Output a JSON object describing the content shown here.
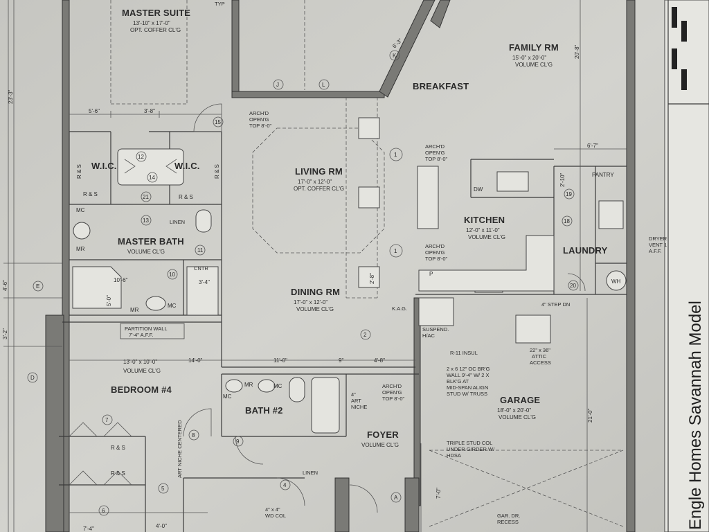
{
  "title": "Engle Homes Savannah Model",
  "rooms": {
    "master_suite": {
      "name": "MASTER SUITE",
      "size": "13'-10\" x 17'-0\"",
      "ceiling": "OPT. COFFER CL'G"
    },
    "family_rm": {
      "name": "FAMILY RM",
      "size": "15'-0\" x 20'-0\"",
      "ceiling": "VOLUME CL'G"
    },
    "breakfast": {
      "name": "BREAKFAST"
    },
    "living_rm": {
      "name": "LIVING RM",
      "size": "17'-0\" x 12'-0\"",
      "ceiling": "OPT. COFFER CL'G"
    },
    "kitchen": {
      "name": "KITCHEN",
      "size": "12'-0\" x 11'-0\"",
      "ceiling": "VOLUME CL'G"
    },
    "laundry": {
      "name": "LAUNDRY"
    },
    "pantry": {
      "name": "PANTRY"
    },
    "master_bath": {
      "name": "MASTER BATH",
      "ceiling": "VOLUME CL'G"
    },
    "wic_left": {
      "name": "W.I.C."
    },
    "wic_right": {
      "name": "W.I.C."
    },
    "dining_rm": {
      "name": "DINING RM",
      "size": "17'-0\" x 12'-0\"",
      "ceiling": "VOLUME CL'G"
    },
    "bedroom4": {
      "name": "BEDROOM #4",
      "size": "13'-0\" x 10'-0\"",
      "ceiling": "VOLUME CL'G"
    },
    "bath2": {
      "name": "BATH #2"
    },
    "foyer": {
      "name": "FOYER",
      "ceiling": "VOLUME CL'G"
    },
    "garage": {
      "name": "GARAGE",
      "size": "18'-0\" x 20'-0\"",
      "ceiling": "VOLUME CL'G"
    }
  },
  "notes": {
    "archd_a1": "ARCH'D",
    "archd_a2": "OPEN'G",
    "archd_a3": "TOP 8'-0\"",
    "archd_b1": "ARCH'D",
    "archd_b2": "OPEN'G",
    "archd_b3": "TOP 8'-0\"",
    "archd_c1": "ARCH'D",
    "archd_c2": "OPEN'G",
    "archd_c3": "TOP 8'-0\"",
    "archd_d1": "ARCH'D",
    "archd_d2": "OPEN'G",
    "archd_d3": "TOP 8'-0\"",
    "partition1": "PARTITION WALL",
    "partition2": "7'-4\" A.F.F.",
    "suspend1": "SUSPEND.",
    "suspend2": "H/AC",
    "r11": "R-11 INSUL",
    "beam1": "2 x 6 12\" OC BR'G",
    "beam2": "WALL 9'-4\" W/ 2 X",
    "beam3": "BLK'G AT",
    "beam4": "MID-SPAN ALIGN",
    "beam5": "STUD W/ TRUSS",
    "attic1": "22\" x 36\"",
    "attic2": "ATTIC",
    "attic3": "ACCESS",
    "step": "4\" STEP DN",
    "dryer1": "DRYER",
    "dryer2": "VENT 1",
    "dryer3": "A.F.F.",
    "triple1": "TRIPLE STUD COL",
    "triple2": "UNDER GIRDER W/",
    "triple3": "HDSA",
    "gar1": "GAR. DR.",
    "gar2": "RECESS",
    "artniche1": "4\"",
    "artniche2": "ART",
    "artniche3": "NICHE",
    "artniche_v": "ART NICHE CENTERED",
    "wdcol1": "4\" x 4\"",
    "wdcol2": "WD COL",
    "linen1": "LINEN",
    "linen2": "LINEN",
    "cntr": "CNTR",
    "kag": "K.A.G.",
    "typ": "TYP"
  },
  "dims": {
    "d1": "5'-6\"",
    "d2": "3'-8\"",
    "d3": "10'-6\"",
    "d4": "3'-4\"",
    "d5": "13'-0\" x 10'-0\"",
    "d6": "14'-0\"",
    "d7": "11'-0\"",
    "d8": "9\"",
    "d9": "4'-8\"",
    "d10": "6'-7\"",
    "d11": "4'-0\"",
    "d12": "7'-4\"",
    "d13": "21'-0\"",
    "d14": "20'-8\"",
    "d15": "23'-3\"",
    "d16": "4'-6\"",
    "d17": "3'-2\"",
    "d18": "7'-0\"",
    "d19": "6'-3\"",
    "d20": "2'-8\"",
    "d21": "5'-0\"",
    "d22": "2'-10\""
  },
  "tags": {
    "t1": "12",
    "t2": "14",
    "t3": "21",
    "t4": "13",
    "t5": "11",
    "t6": "10",
    "t7": "15",
    "t8": "19",
    "t9": "18",
    "t10": "20",
    "t11": "2",
    "t12": "1",
    "t13": "1",
    "t14": "7",
    "t15": "8",
    "t16": "9",
    "t17": "4",
    "t18": "5",
    "t19": "6",
    "t20": "J",
    "t21": "L",
    "t22": "K",
    "t23": "A",
    "t24": "E",
    "t25": "D",
    "fix_rs1": "R & S",
    "fix_rs2": "R & S",
    "fix_rs3": "R & S",
    "fix_rs4": "R & S",
    "fix_rs5": "R & S",
    "fix_rs6": "R & S",
    "fix_mc1": "MC",
    "fix_mr1": "MR",
    "fix_mr2": "MR",
    "fix_mc2": "MC",
    "fix_mr3": "MR",
    "fix_mc3": "MC",
    "fix_mc4": "MC",
    "fix_dw": "DW",
    "fix_p": "P",
    "fix_wh": "WH"
  },
  "colors": {
    "paper": "#cfcfca",
    "ink": "#2a2a2a",
    "wall": "#7a7a76"
  }
}
